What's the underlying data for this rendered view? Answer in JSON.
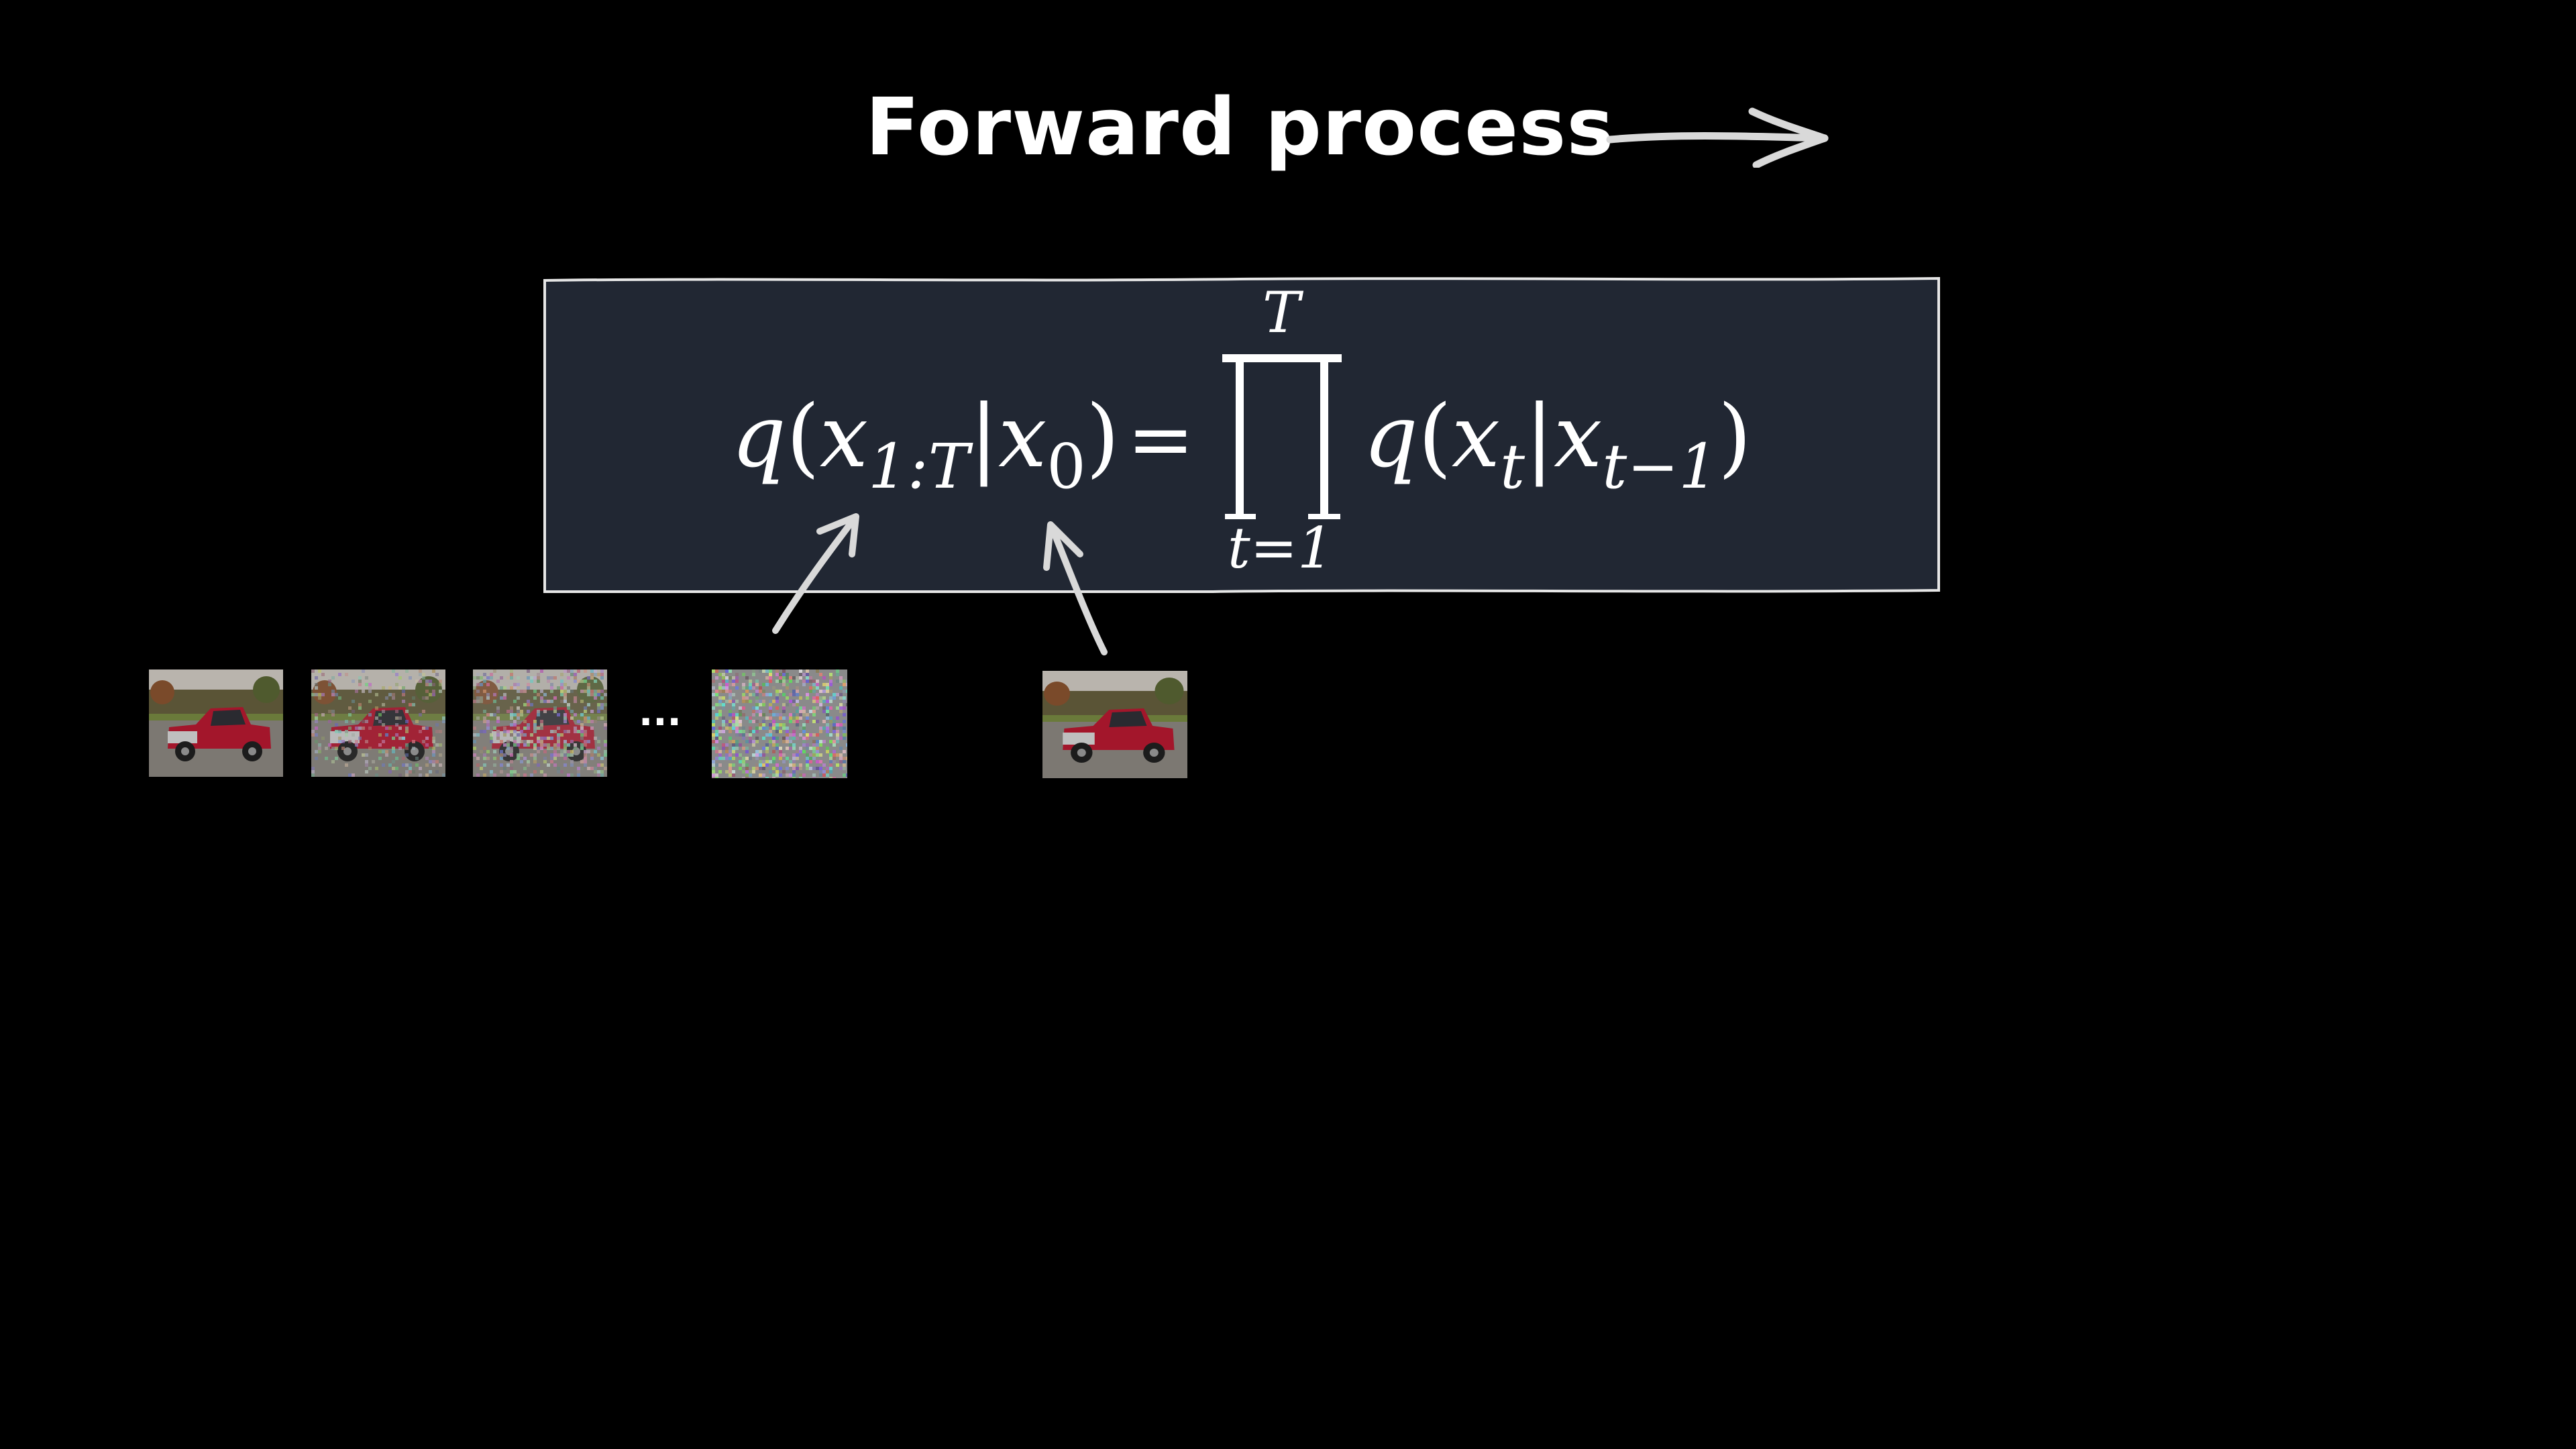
{
  "title": "Forward process",
  "equation": {
    "lhs_func": "q",
    "lhs_open": "(",
    "lhs_var": "x",
    "lhs_sub": "1:T",
    "lhs_bar": "|",
    "lhs_cond_var": "x",
    "lhs_cond_sub": "0",
    "lhs_close": ")",
    "equals": "=",
    "prod_upper": "T",
    "prod_lower": "t=1",
    "rhs_func": "q",
    "rhs_open": "(",
    "rhs_var": "x",
    "rhs_sub": "t",
    "rhs_bar": "|",
    "rhs_cond_var": "x",
    "rhs_cond_sub": "t−1",
    "rhs_close": ")"
  },
  "ellipsis": "...",
  "colors": {
    "background": "#000000",
    "box_fill": "#212733",
    "box_border": "#e6e6e6",
    "text": "#ffffff",
    "arrow": "#d9d9d9",
    "truck_body": "#a3162b"
  },
  "thumbnails": [
    {
      "kind": "clean-truck",
      "noise_level": 0.0
    },
    {
      "kind": "noisy-truck",
      "noise_level": 0.3
    },
    {
      "kind": "noisy-truck",
      "noise_level": 0.6
    },
    {
      "kind": "pure-noise",
      "noise_level": 1.0
    },
    {
      "kind": "clean-truck",
      "noise_level": 0.0
    }
  ]
}
